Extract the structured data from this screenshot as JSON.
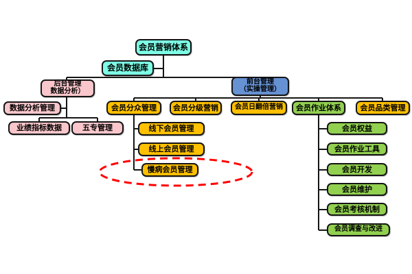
{
  "chart": {
    "type": "org-chart",
    "root": "会员营销体系",
    "database": "会员数据库",
    "backend": {
      "line1": "后台管理",
      "line2": "数据分析）"
    },
    "frontend": {
      "line1": "前台管理",
      "line2": "（实操管理）"
    },
    "backend_children": {
      "analysis": "数据分析管理",
      "kpi": "业绩指标数据",
      "five": "五专管理"
    },
    "main_row": [
      "会员分众管理",
      "会员分级营销",
      "会员日翻倍营销",
      "会员作业体系",
      "会员品类管理"
    ],
    "segmentation_children": [
      "线下会员管理",
      "线上会员管理",
      "慢病会员管理"
    ],
    "operation_children": [
      "会员权益",
      "会员作业工具",
      "会员开发",
      "会员维护",
      "会员考核机制",
      "会员调查与改进"
    ],
    "highlight": {
      "shape": "red-dashed-ellipse",
      "around": "慢病会员管理"
    }
  },
  "colors": {
    "cyan_node": "#7DFFE6",
    "pink_node": "#F9C6CB",
    "blue_node": "#6691D2",
    "orange_node": "#FFC000",
    "green_node": "#92D050",
    "connector": "#151515",
    "highlight_ellipse": "#FF0000",
    "background": "#FFFFFF"
  }
}
